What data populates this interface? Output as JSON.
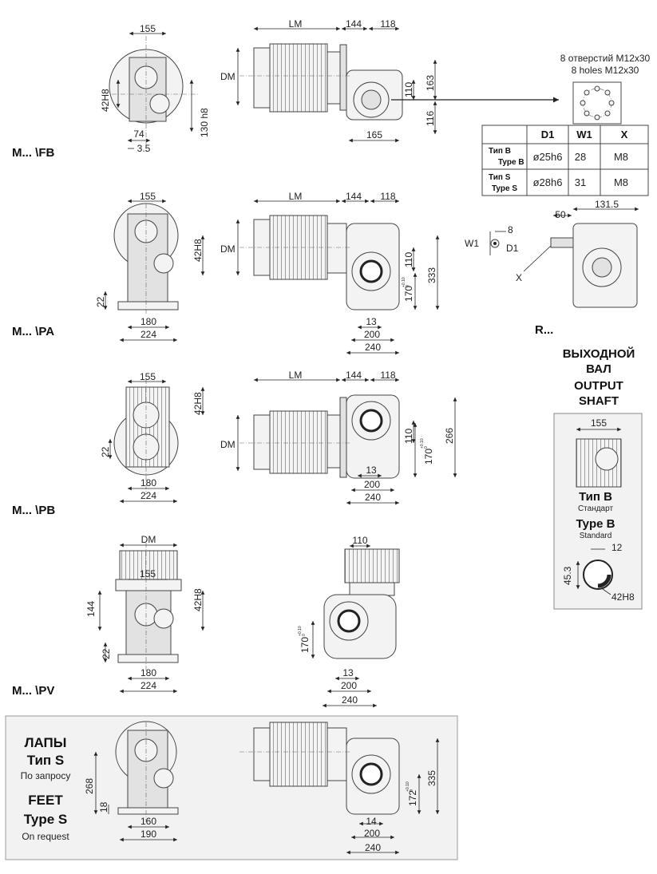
{
  "rows": {
    "fb": {
      "label": "M... \\FB",
      "d155": "155",
      "d42h8": "42H8",
      "d130h8": "130 h8",
      "d74": "74",
      "d35": "3.5",
      "lm": "LM",
      "d144": "144",
      "d118": "118",
      "dm": "DM",
      "d110": "110",
      "d163": "163",
      "d116": "116",
      "d165": "165"
    },
    "pa": {
      "label": "M... \\PA",
      "d155": "155",
      "d42h8": "42H8",
      "d22": "22",
      "d180": "180",
      "d224": "224",
      "lm": "LM",
      "d144": "144",
      "d118": "118",
      "dm": "DM",
      "d110": "110",
      "d170": "170",
      "d333": "333",
      "d13": "13",
      "d200": "200",
      "d240": "240"
    },
    "pb": {
      "label": "M... \\PB",
      "d155": "155",
      "d42h8": "42H8",
      "d22": "22",
      "d180": "180",
      "d224": "224",
      "lm": "LM",
      "d144": "144",
      "d118": "118",
      "dm": "DM",
      "d110": "110",
      "d170": "170",
      "d266": "266",
      "d13": "13",
      "d200": "200",
      "d240": "240"
    },
    "pv": {
      "label": "M... \\PV",
      "dm": "DM",
      "d155": "155",
      "d144": "144",
      "d42h8": "42H8",
      "d22": "22",
      "d180": "180",
      "d224": "224",
      "d110": "110",
      "d170": "170",
      "d13": "13",
      "d200": "200",
      "d240": "240"
    }
  },
  "tol": {
    "plus": "+0.10",
    "zero": "0"
  },
  "holes": {
    "ru": "8 отверстий M12x30",
    "en": "8 holes M12x30"
  },
  "table": {
    "headers": [
      "",
      "D1",
      "W1",
      "X"
    ],
    "rows": [
      {
        "ru": "Тип B",
        "en": "Type B",
        "d1": "ø25h6",
        "w1": "28",
        "x": "M8"
      },
      {
        "ru": "Тип S",
        "en": "Type S",
        "d1": "ø28h6",
        "w1": "31",
        "x": "M8"
      }
    ]
  },
  "shaft": {
    "w1": "W1",
    "d1": "D1",
    "d8": "8",
    "x": "X",
    "d50": "50",
    "d1315": "131.5",
    "r": "R..."
  },
  "output": {
    "ru1": "ВЫХОДНОЙ",
    "ru2": "ВАЛ",
    "en1": "OUTPUT",
    "en2": "SHAFT",
    "d155": "155",
    "typeRu": "Тип B",
    "stdRu": "Стандарт",
    "typeEn": "Type B",
    "stdEn": "Standard",
    "d12": "12",
    "d453": "45.3",
    "d42h8": "42H8"
  },
  "feet": {
    "ru1": "ЛАПЫ",
    "ru2": "Тип S",
    "ru3": "По запросу",
    "en1": "FEET",
    "en2": "Type S",
    "en3": "On request",
    "d268": "268",
    "d18": "18",
    "d160": "160",
    "d190": "190",
    "d335": "335",
    "d172": "172",
    "d14": "14",
    "d200": "200",
    "d240": "240"
  }
}
